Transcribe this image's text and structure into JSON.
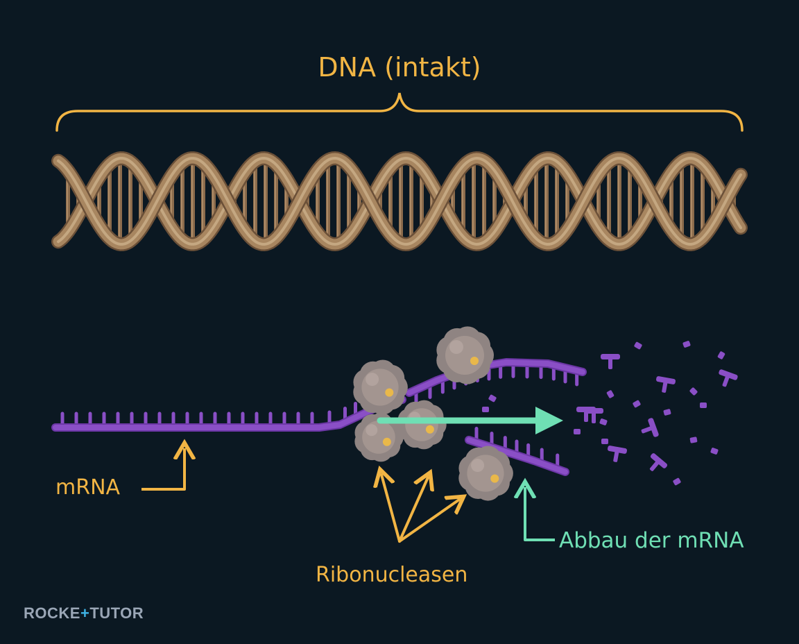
{
  "dna": {
    "label": "DNA (intakt)"
  },
  "mrna": {
    "label": "mRNA"
  },
  "ribonucleases": {
    "label": "Ribonucleasen"
  },
  "degradation": {
    "label": "Abbau der mRNA"
  },
  "logo": {
    "text": "ROCKETUTOR"
  },
  "colors": {
    "background": "#0b1822",
    "label_orange": "#f2b544",
    "label_green": "#6fdfb4",
    "dna_strand": "#a88660",
    "mrna_purple": "#8a4fc6",
    "enzyme_gray": "#8f8482"
  },
  "icons": [
    "curly-brace-icon",
    "dna-double-helix-icon",
    "mrna-strand-icon",
    "ribonuclease-enzyme-icon",
    "arrow-icon"
  ]
}
